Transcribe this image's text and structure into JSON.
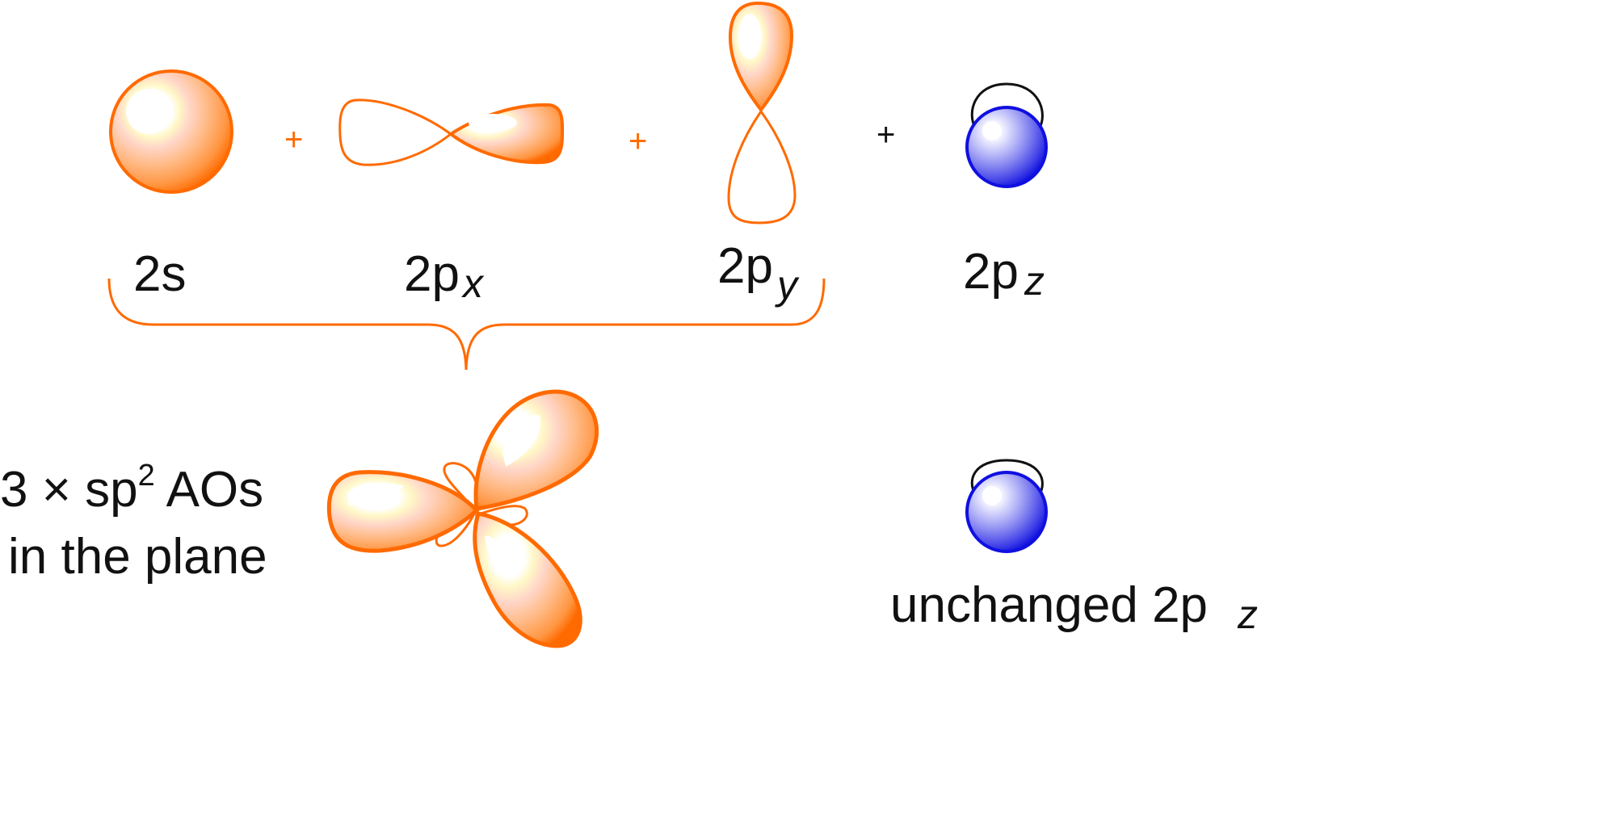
{
  "labels": {
    "s": "2s",
    "px_base": "2p",
    "px_sub": "x",
    "py_base": "2p",
    "py_sub": "y",
    "pz_base": "2p",
    "pz_sub": "z",
    "plus": "+",
    "sp2_count": "3 × sp",
    "sp2_sup": "2",
    "sp2_suffix": " AOs",
    "sp2_line2": "in the plane",
    "unchanged_base": "unchanged 2p",
    "unchanged_sub": "z"
  },
  "colors": {
    "orbital_orange": "#ff6a00",
    "orbital_blue": "#1010e0",
    "text": "#111111",
    "plus_orange": "#ff6a00",
    "plus_black": "#111111"
  }
}
